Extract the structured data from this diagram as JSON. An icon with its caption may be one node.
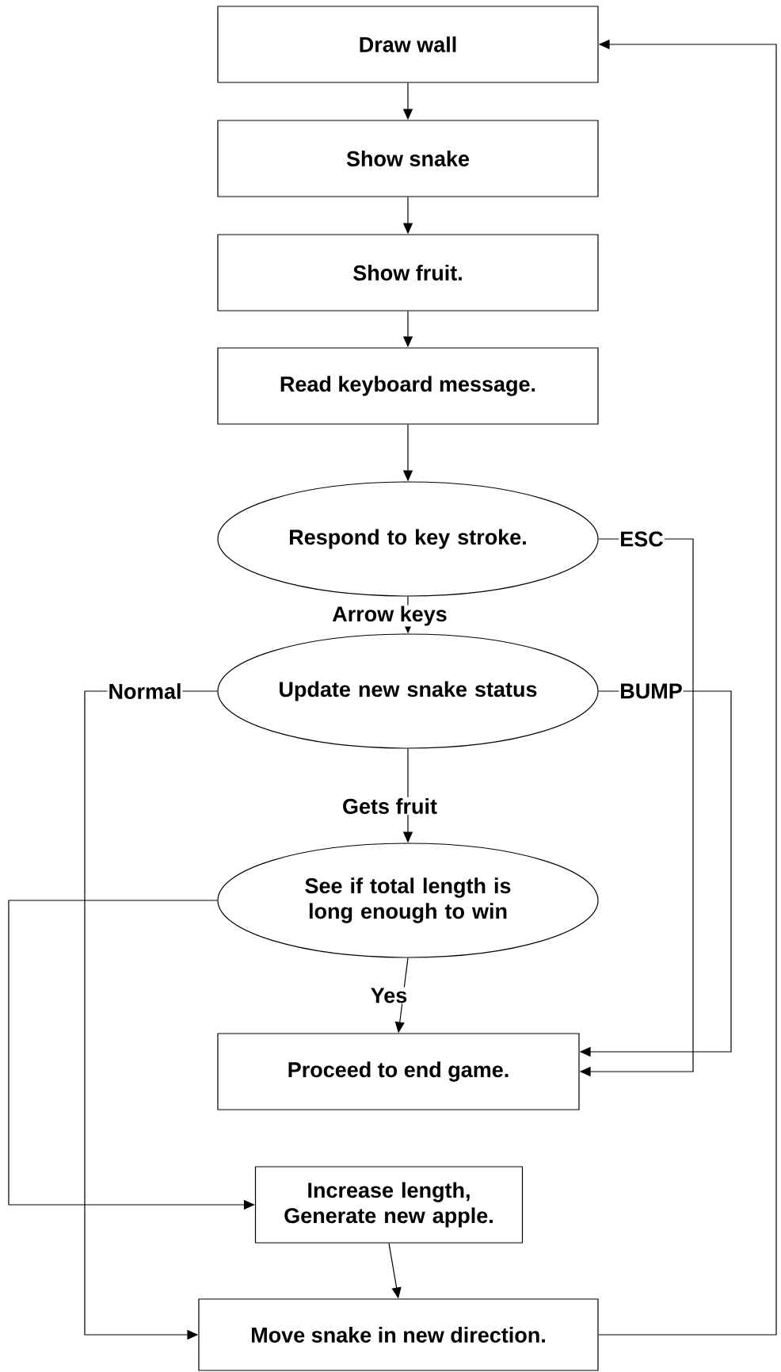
{
  "diagram": {
    "nodes": [
      {
        "text": [
          "Draw wall"
        ]
      },
      {
        "text": [
          "Show snake"
        ]
      },
      {
        "text": [
          "Show fruit."
        ]
      },
      {
        "text": [
          "Read keyboard message."
        ]
      },
      {
        "text": [
          "Respond to key stroke."
        ]
      },
      {
        "text": [
          "Update new snake status"
        ]
      },
      {
        "text": [
          "See if total length is long enough to win"
        ]
      },
      {
        "text": [
          "Proceed to end game."
        ]
      },
      {
        "text": [
          "Increase length, Generate new apple."
        ]
      },
      {
        "text": [
          "Move snake in new direction."
        ]
      }
    ],
    "edges": [
      {
        "from": 0,
        "to": 1,
        "arrow": "to"
      },
      {
        "from": 1,
        "to": 2,
        "arrow": "to"
      },
      {
        "from": 2,
        "to": 3,
        "arrow": "to"
      },
      {
        "from": 3,
        "to": 4,
        "arrow": "to"
      },
      {
        "from": 4,
        "to": 5,
        "arrow": "to",
        "label": "Arrow keys"
      },
      {
        "from": 4,
        "to": 7,
        "arrow": "to",
        "label": "ESC"
      },
      {
        "from": 5,
        "to": 7,
        "arrow": "to",
        "label": "BUMP"
      },
      {
        "from": 5,
        "to": 9,
        "arrow": "to",
        "label": "Normal"
      },
      {
        "from": 5,
        "to": 6,
        "arrow": "to",
        "label": "Gets fruit"
      },
      {
        "from": 6,
        "to": 7,
        "arrow": "to",
        "label": "Yes"
      },
      {
        "from": 6,
        "to": 8,
        "arrow": "to"
      },
      {
        "from": 8,
        "to": 9,
        "arrow": "to"
      },
      {
        "from": 9,
        "to": 0,
        "arrow": "to"
      }
    ]
  }
}
